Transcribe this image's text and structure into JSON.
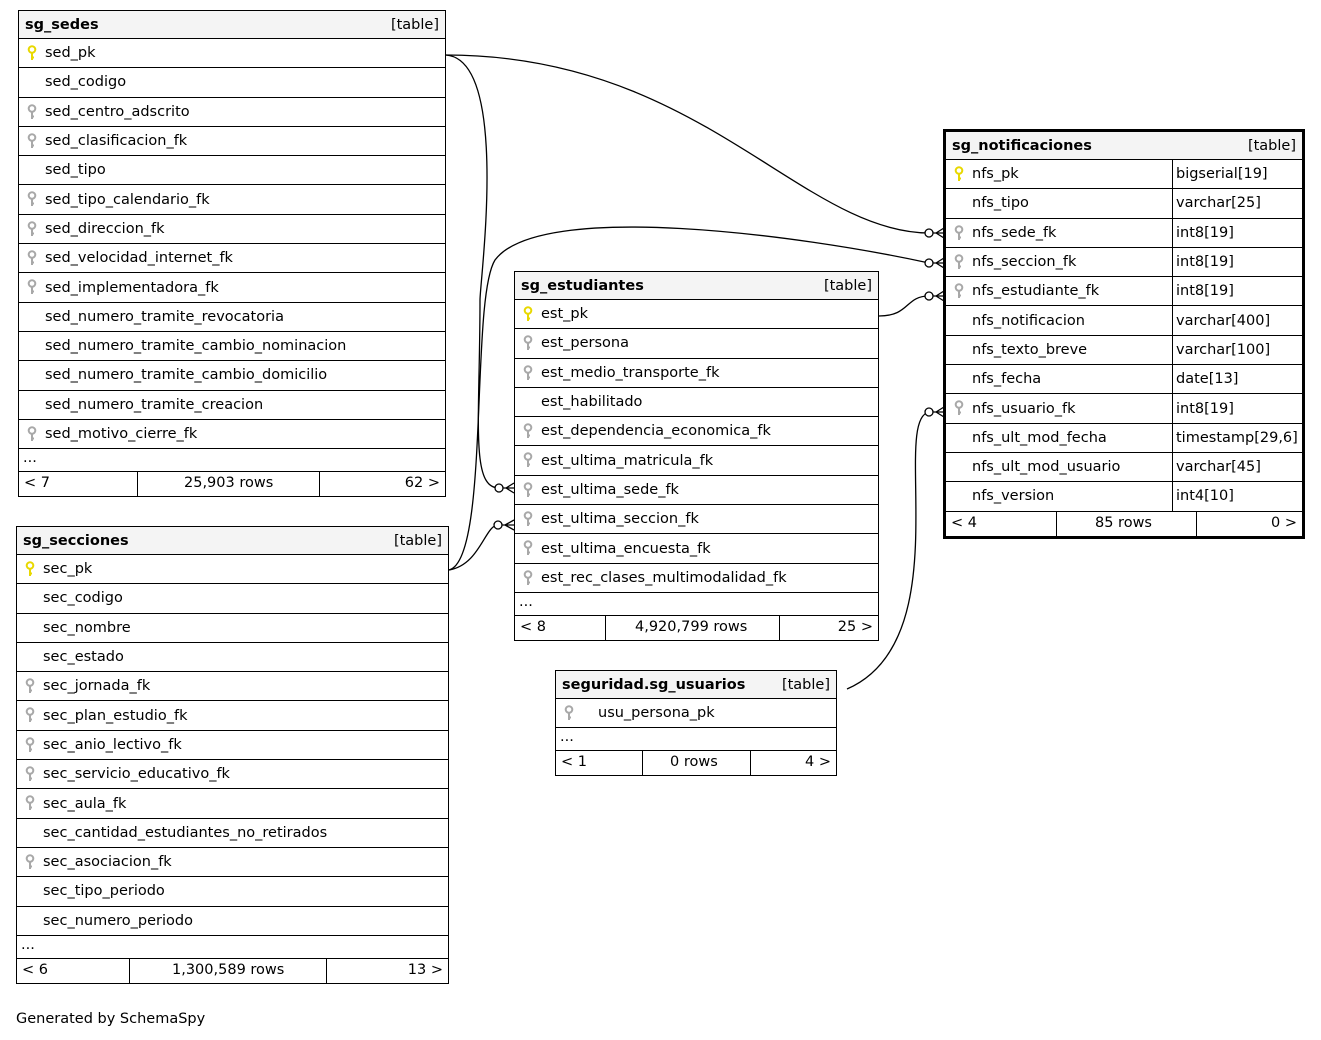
{
  "tables": {
    "sg_sedes": {
      "name": "sg_sedes",
      "kind": "[table]",
      "columns": [
        "sed_pk",
        "sed_codigo",
        "sed_centro_adscrito",
        "sed_clasificacion_fk",
        "sed_tipo",
        "sed_tipo_calendario_fk",
        "sed_direccion_fk",
        "sed_velocidad_internet_fk",
        "sed_implementadora_fk",
        "sed_numero_tramite_revocatoria",
        "sed_numero_tramite_cambio_nominacion",
        "sed_numero_tramite_cambio_domicilio",
        "sed_numero_tramite_creacion",
        "sed_motivo_cierre_fk"
      ],
      "ellipsis": "...",
      "footer": {
        "left": "< 7",
        "rows": "25,903 rows",
        "right": "62 >"
      }
    },
    "sg_secciones": {
      "name": "sg_secciones",
      "kind": "[table]",
      "columns": [
        "sec_pk",
        "sec_codigo",
        "sec_nombre",
        "sec_estado",
        "sec_jornada_fk",
        "sec_plan_estudio_fk",
        "sec_anio_lectivo_fk",
        "sec_servicio_educativo_fk",
        "sec_aula_fk",
        "sec_cantidad_estudiantes_no_retirados",
        "sec_asociacion_fk",
        "sec_tipo_periodo",
        "sec_numero_periodo"
      ],
      "ellipsis": "...",
      "footer": {
        "left": "< 6",
        "rows": "1,300,589 rows",
        "right": "13 >"
      }
    },
    "sg_estudiantes": {
      "name": "sg_estudiantes",
      "kind": "[table]",
      "columns": [
        "est_pk",
        "est_persona",
        "est_medio_transporte_fk",
        "est_habilitado",
        "est_dependencia_economica_fk",
        "est_ultima_matricula_fk",
        "est_ultima_sede_fk",
        "est_ultima_seccion_fk",
        "est_ultima_encuesta_fk",
        "est_rec_clases_multimodalidad_fk"
      ],
      "ellipsis": "...",
      "footer": {
        "left": "< 8",
        "rows": "4,920,799 rows",
        "right": "25 >"
      }
    },
    "seguridad_sg_usuarios": {
      "name": "seguridad.sg_usuarios",
      "kind": "[table]",
      "columns": [
        "usu_persona_pk"
      ],
      "ellipsis": "...",
      "footer": {
        "left": "< 1",
        "rows": "0 rows",
        "right": "4 >"
      }
    },
    "sg_notificaciones": {
      "name": "sg_notificaciones",
      "kind": "[table]",
      "columns": [
        "nfs_pk",
        "nfs_tipo",
        "nfs_sede_fk",
        "nfs_seccion_fk",
        "nfs_estudiante_fk",
        "nfs_notificacion",
        "nfs_texto_breve",
        "nfs_fecha",
        "nfs_usuario_fk",
        "nfs_ult_mod_fecha",
        "nfs_ult_mod_usuario",
        "nfs_version"
      ],
      "types": [
        "bigserial[19]",
        "varchar[25]",
        "int8[19]",
        "int8[19]",
        "int8[19]",
        "varchar[400]",
        "varchar[100]",
        "date[13]",
        "int8[19]",
        "timestamp[29,6]",
        "varchar[45]",
        "int4[10]"
      ],
      "footer": {
        "left": "< 4",
        "rows": "85 rows",
        "right": "0 >"
      }
    }
  },
  "key_icons": {
    "sg_sedes": [
      "pk",
      "",
      "fk",
      "fk",
      "",
      "fk",
      "fk",
      "fk",
      "fk",
      "",
      "",
      "",
      "",
      "fk"
    ],
    "sg_secciones": [
      "pk",
      "",
      "",
      "",
      "fk",
      "fk",
      "fk",
      "fk",
      "fk",
      "",
      "fk",
      "",
      ""
    ],
    "sg_estudiantes": [
      "pk",
      "fk",
      "fk",
      "",
      "fk",
      "fk",
      "fk",
      "fk",
      "fk",
      "fk"
    ],
    "seguridad_sg_usuarios": [
      "fk"
    ],
    "sg_notificaciones": [
      "pk",
      "",
      "fk",
      "fk",
      "fk",
      "",
      "",
      "",
      "fk",
      "",
      "",
      ""
    ]
  },
  "colors": {
    "pk_key": "#e8d800",
    "fk_key": "#a8a8a8",
    "header_bg": "#f4f4f4"
  },
  "credit": "Generated by SchemaSpy"
}
